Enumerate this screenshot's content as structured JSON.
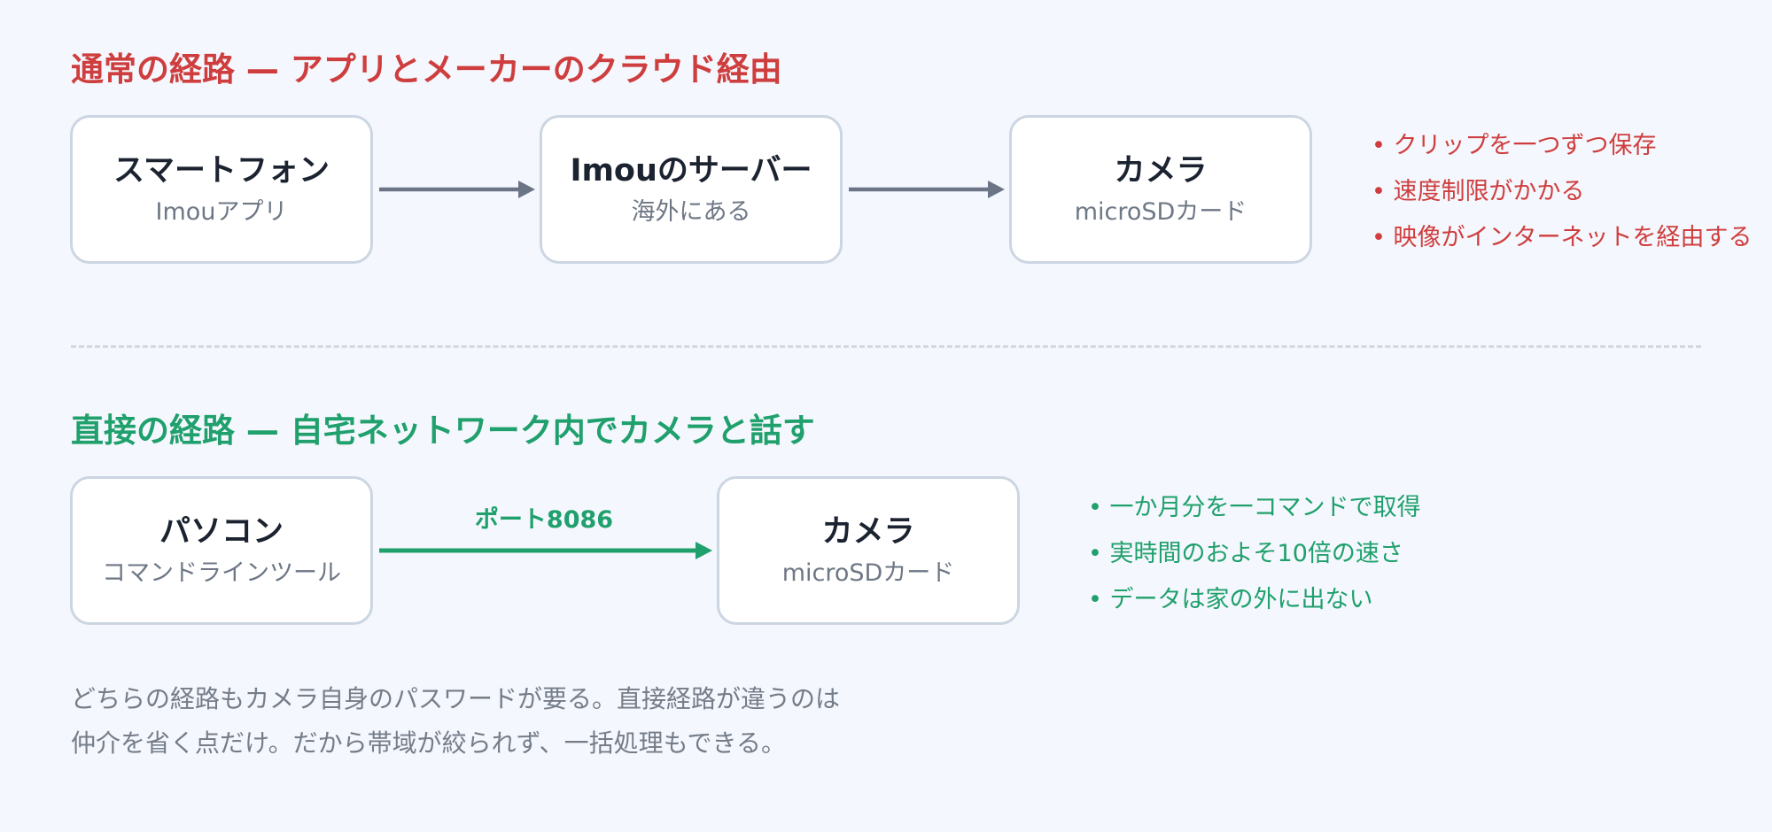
{
  "cloud_route": {
    "title": "通常の経路 — アプリとメーカーのクラウド経由",
    "nodes": [
      {
        "title": "スマートフォン",
        "sub": "Imouアプリ"
      },
      {
        "title": "Imouのサーバー",
        "sub": "海外にある"
      },
      {
        "title": "カメラ",
        "sub": "microSDカード"
      }
    ],
    "bullets": [
      "クリップを一つずつ保存",
      "速度制限がかかる",
      "映像がインターネットを経由する"
    ],
    "color": "#cf3e3e"
  },
  "direct_route": {
    "title": "直接の経路 — 自宅ネットワーク内でカメラと話す",
    "nodes": [
      {
        "title": "パソコン",
        "sub": "コマンドラインツール"
      },
      {
        "title": "カメラ",
        "sub": "microSDカード"
      }
    ],
    "arrow_label": "ポート8086",
    "bullets": [
      "一か月分を一コマンドで取得",
      "実時間のおよそ10倍の速さ",
      "データは家の外に出ない"
    ],
    "color": "#1fa06c"
  },
  "footnote": {
    "line1": "どちらの経路もカメラ自身のパスワードが要る。直接経路が違うのは",
    "line2": "仲介を省く点だけ。だから帯域が絞られず、一括処理もできる。"
  },
  "colors": {
    "background": "#f4f7fd",
    "arrow_gray": "#6b7585",
    "node_border": "#ccd6e2"
  }
}
